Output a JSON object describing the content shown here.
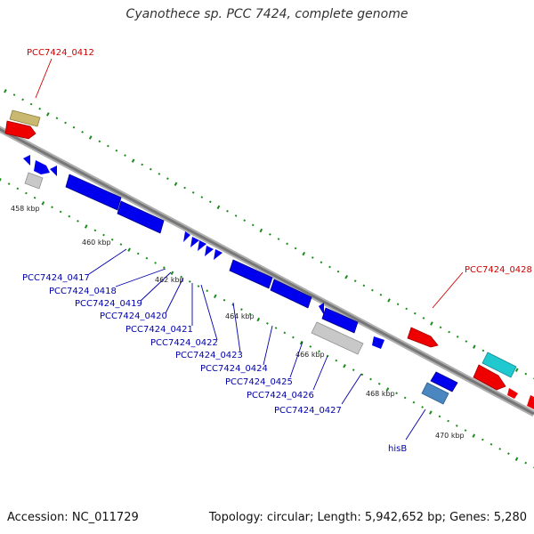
{
  "title": "Cyanothece sp. PCC 7424, complete genome",
  "footer": {
    "accession": "Accession: NC_011729",
    "summary": "Topology: circular; Length: 5,942,652 bp; Genes: 5,280"
  },
  "colors": {
    "backbone": "#8a8a8a",
    "gene_blue": "#0000ee",
    "gene_red": "#ee0000",
    "gene_grey": "#c8c8c8",
    "gene_tan": "#c8b870",
    "gene_cyan": "#20c8d0",
    "gene_steel": "#4a86c0",
    "label_blue": "#0000aa",
    "label_red": "#cc0000",
    "tick_green": "#1a8c1a"
  },
  "ruler": [
    "458 kbp",
    "460 kbp",
    "462 kbp",
    "464 kbp",
    "466 kbp",
    "468 kbp",
    "470 kbp"
  ],
  "labels": {
    "red": [
      "PCC7424_0412",
      "PCC7424_0428"
    ],
    "blue": [
      "PCC7424_0417",
      "PCC7424_0418",
      "PCC7424_0419",
      "PCC7424_0420",
      "PCC7424_0421",
      "PCC7424_0422",
      "PCC7424_0423",
      "PCC7424_0424",
      "PCC7424_0425",
      "PCC7424_0426",
      "PCC7424_0427",
      "hisB"
    ]
  }
}
